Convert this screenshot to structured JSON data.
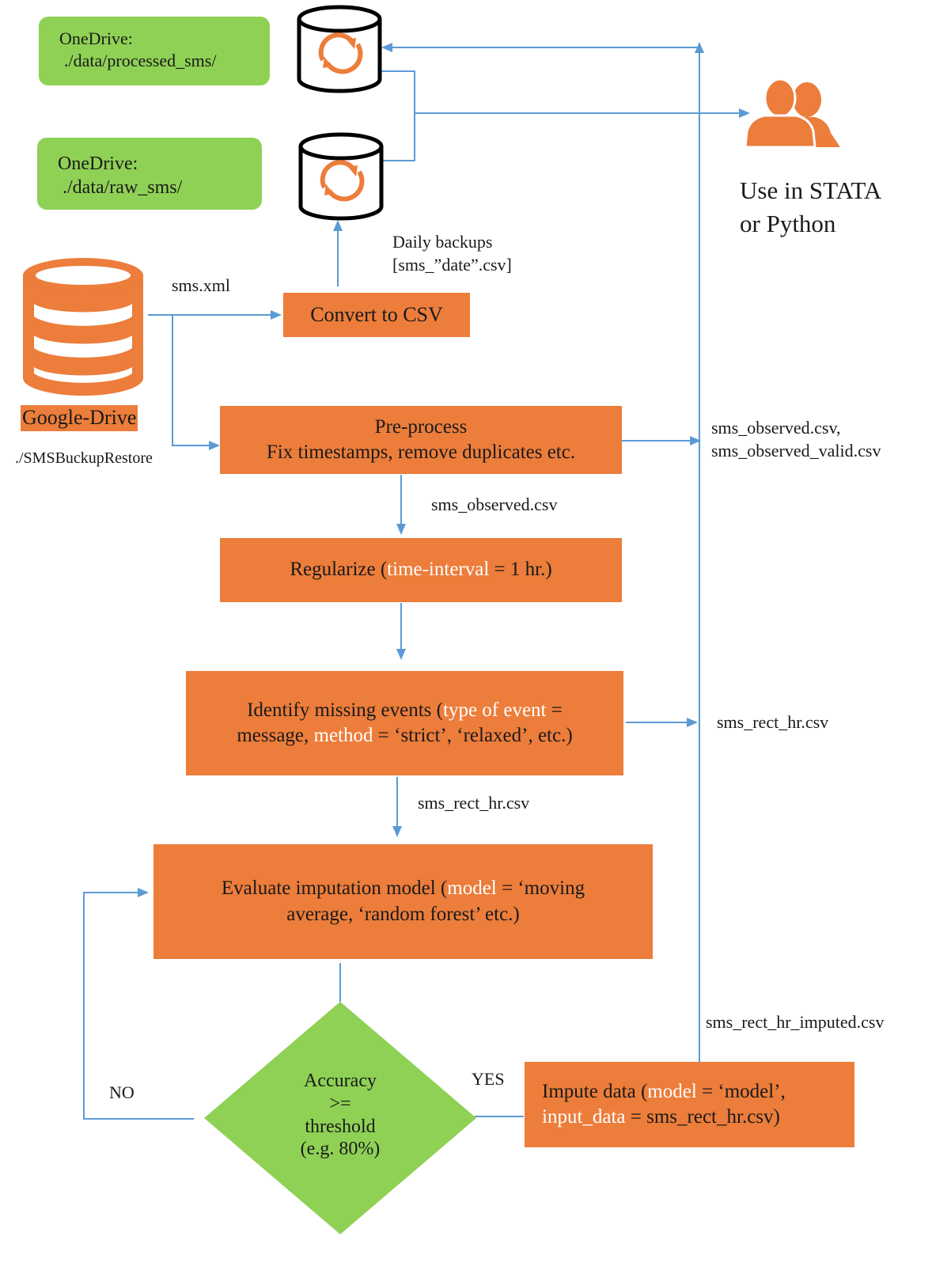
{
  "onedrive_processed": {
    "line1": "OneDrive:",
    "line2": "./data/processed_sms/"
  },
  "onedrive_raw": {
    "line1": "OneDrive:",
    "line2": "./data/raw_sms/"
  },
  "google_drive": {
    "title": "Google-Drive",
    "path": "./SMSBuckupRestore"
  },
  "users": {
    "line1": "Use in STATA",
    "line2": "or Python"
  },
  "labels": {
    "sms_xml": "sms.xml",
    "daily_backups_1": "Daily backups",
    "daily_backups_2": "[sms_”date”.csv]",
    "observed_out_1": "sms_observed.csv,",
    "observed_out_2": "sms_observed_valid.csv",
    "observed_down": "sms_observed.csv",
    "rect_out": "sms_rect_hr.csv",
    "rect_down": "sms_rect_hr.csv",
    "imputed_out": "sms_rect_hr_imputed.csv",
    "no": "NO",
    "yes": "YES"
  },
  "steps": {
    "convert": "Convert to CSV",
    "preprocess": {
      "line1": "Pre-process",
      "line2": "Fix timestamps, remove duplicates etc."
    },
    "regularize": {
      "pre": "Regularize (",
      "hl": "time-interval",
      "post": " = 1 hr.)"
    },
    "identify": {
      "l1_pre": "Identify missing events (",
      "l1_hl": "type of event",
      "l1_post": " =",
      "l2_pre": "message, ",
      "l2_hl": "method",
      "l2_post": " = ‘strict’, ‘relaxed’, etc.)"
    },
    "evaluate": {
      "l1_pre": "Evaluate imputation model (",
      "l1_hl": "model",
      "l1_post": " = ‘moving",
      "l2": "average, ‘random forest’ etc.)"
    },
    "decision": {
      "l1": "Accuracy",
      "l2": ">=",
      "l3": "threshold",
      "l4": "(e.g. 80%)"
    },
    "impute": {
      "l1_pre": "Impute data (",
      "l1_hl": "model",
      "l1_post": " = ‘model’,",
      "l2_hl": "input_data",
      "l2_post": " = sms_rect_hr.csv)"
    }
  },
  "colors": {
    "orange": "#EC7D3B",
    "green": "#8FD155",
    "arrow": "#5B9BD5"
  },
  "icons": [
    "sync-cylinder-icon",
    "database-icon",
    "users-icon"
  ]
}
